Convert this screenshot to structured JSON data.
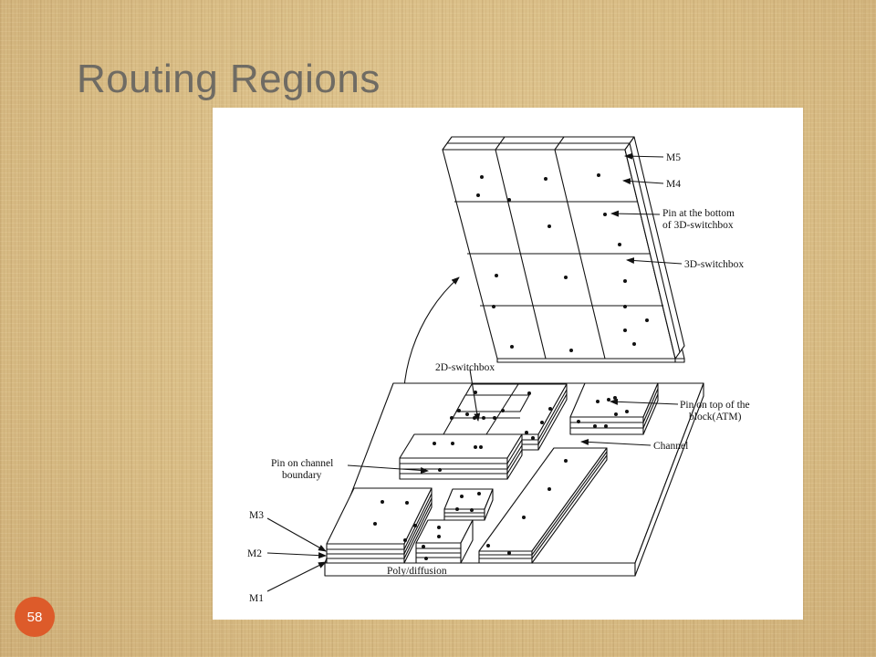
{
  "slide": {
    "title": "Routing Regions",
    "page_number": "58"
  },
  "colors": {
    "badge": "#dd5b2a",
    "title": "#6f6b63",
    "background": "#dcc28e"
  },
  "diagram": {
    "labels": {
      "m5": "M5",
      "m4": "M4",
      "pin_bottom_line1": "Pin at the bottom",
      "pin_bottom_line2": "of 3D-switchbox",
      "switchbox_3d": "3D-switchbox",
      "switchbox_2d": "2D-switchbox",
      "pin_top_line1": "Pin on top of the",
      "pin_top_line2": "block(ATM)",
      "channel": "Channel",
      "pin_channel_line1": "Pin on channel",
      "pin_channel_line2": "boundary",
      "m3": "M3",
      "m2": "M2",
      "m1": "M1",
      "poly": "Poly/diffusion"
    }
  }
}
